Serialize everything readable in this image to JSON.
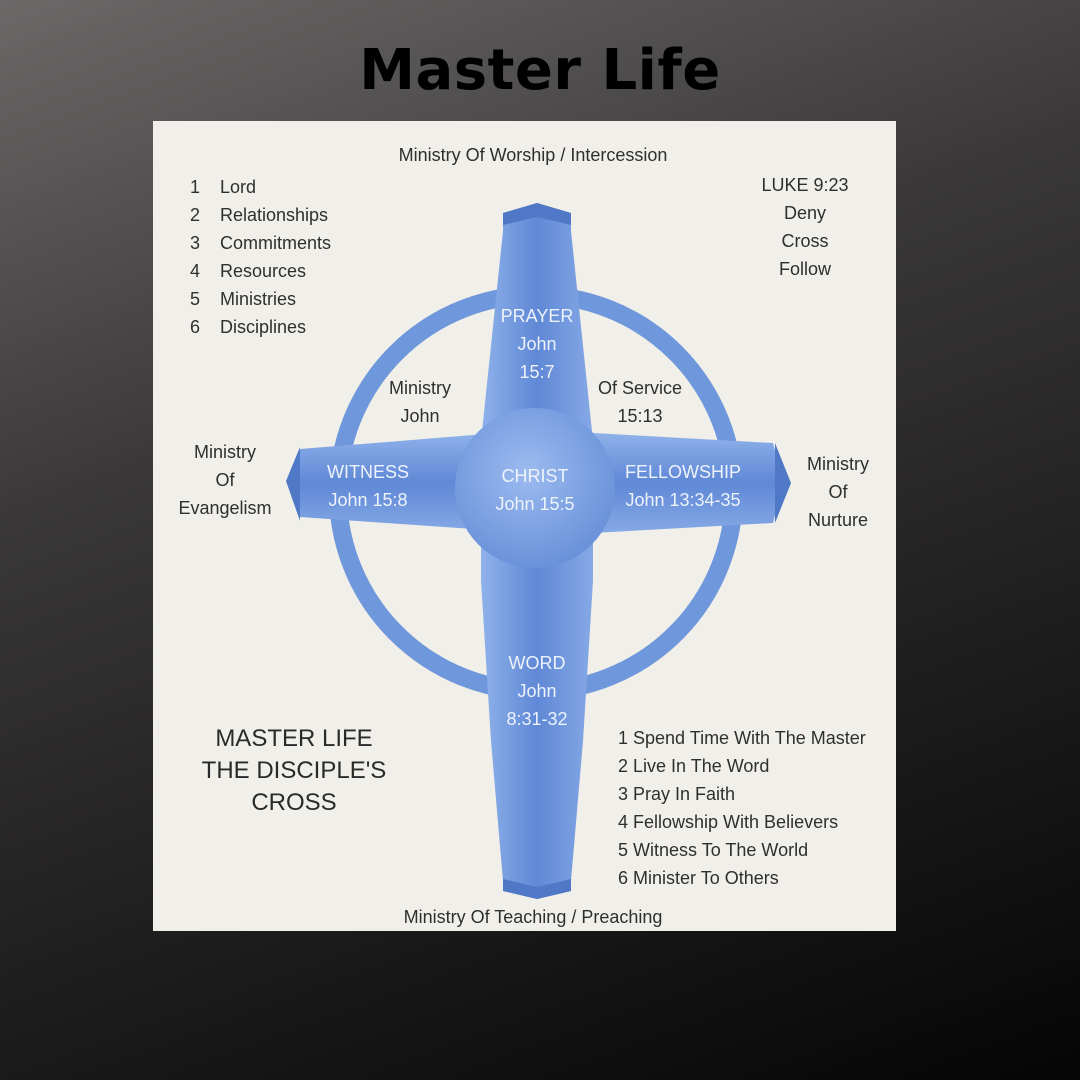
{
  "title": "Master Life",
  "diagram": {
    "top_label": "Ministry Of Worship / Intercession",
    "bottom_label": "Ministry Of Teaching / Preaching",
    "left_label": [
      "Ministry",
      "Of",
      "Evangelism"
    ],
    "right_label": [
      "Ministry",
      "Of",
      "Nurture"
    ],
    "top_left_list": [
      {
        "n": "1",
        "text": "Lord"
      },
      {
        "n": "2",
        "text": "Relationships"
      },
      {
        "n": "3",
        "text": "Commitments"
      },
      {
        "n": "4",
        "text": "Resources"
      },
      {
        "n": "5",
        "text": "Ministries"
      },
      {
        "n": "6",
        "text": "Disciplines"
      }
    ],
    "verse_block": [
      "LUKE 9:23",
      "Deny",
      "Cross",
      "Follow"
    ],
    "prayer": [
      "PRAYER",
      "John",
      "15:7"
    ],
    "word": [
      "WORD",
      "John",
      "8:31-32"
    ],
    "witness": [
      "WITNESS",
      "John 15:8"
    ],
    "fellowship": [
      "FELLOWSHIP",
      "John 13:34-35"
    ],
    "christ": [
      "CHRIST",
      "John 15:5"
    ],
    "ministry_john": [
      "Ministry",
      "John"
    ],
    "of_service": [
      "Of Service",
      "15:13"
    ],
    "cross_title": [
      "MASTER LIFE",
      "THE DISCIPLE'S",
      "CROSS"
    ],
    "bottom_right_list": [
      "1 Spend Time With The Master",
      "2 Live In The Word",
      "3 Pray In Faith",
      "4 Fellowship With Believers",
      "5 Witness To The World",
      "6 Minister To Others"
    ],
    "colors": {
      "blue": "#6f97dc",
      "blue_dark": "#4f79c6",
      "blue_light": "#9dbcec",
      "panel": "#f1efe9"
    }
  }
}
